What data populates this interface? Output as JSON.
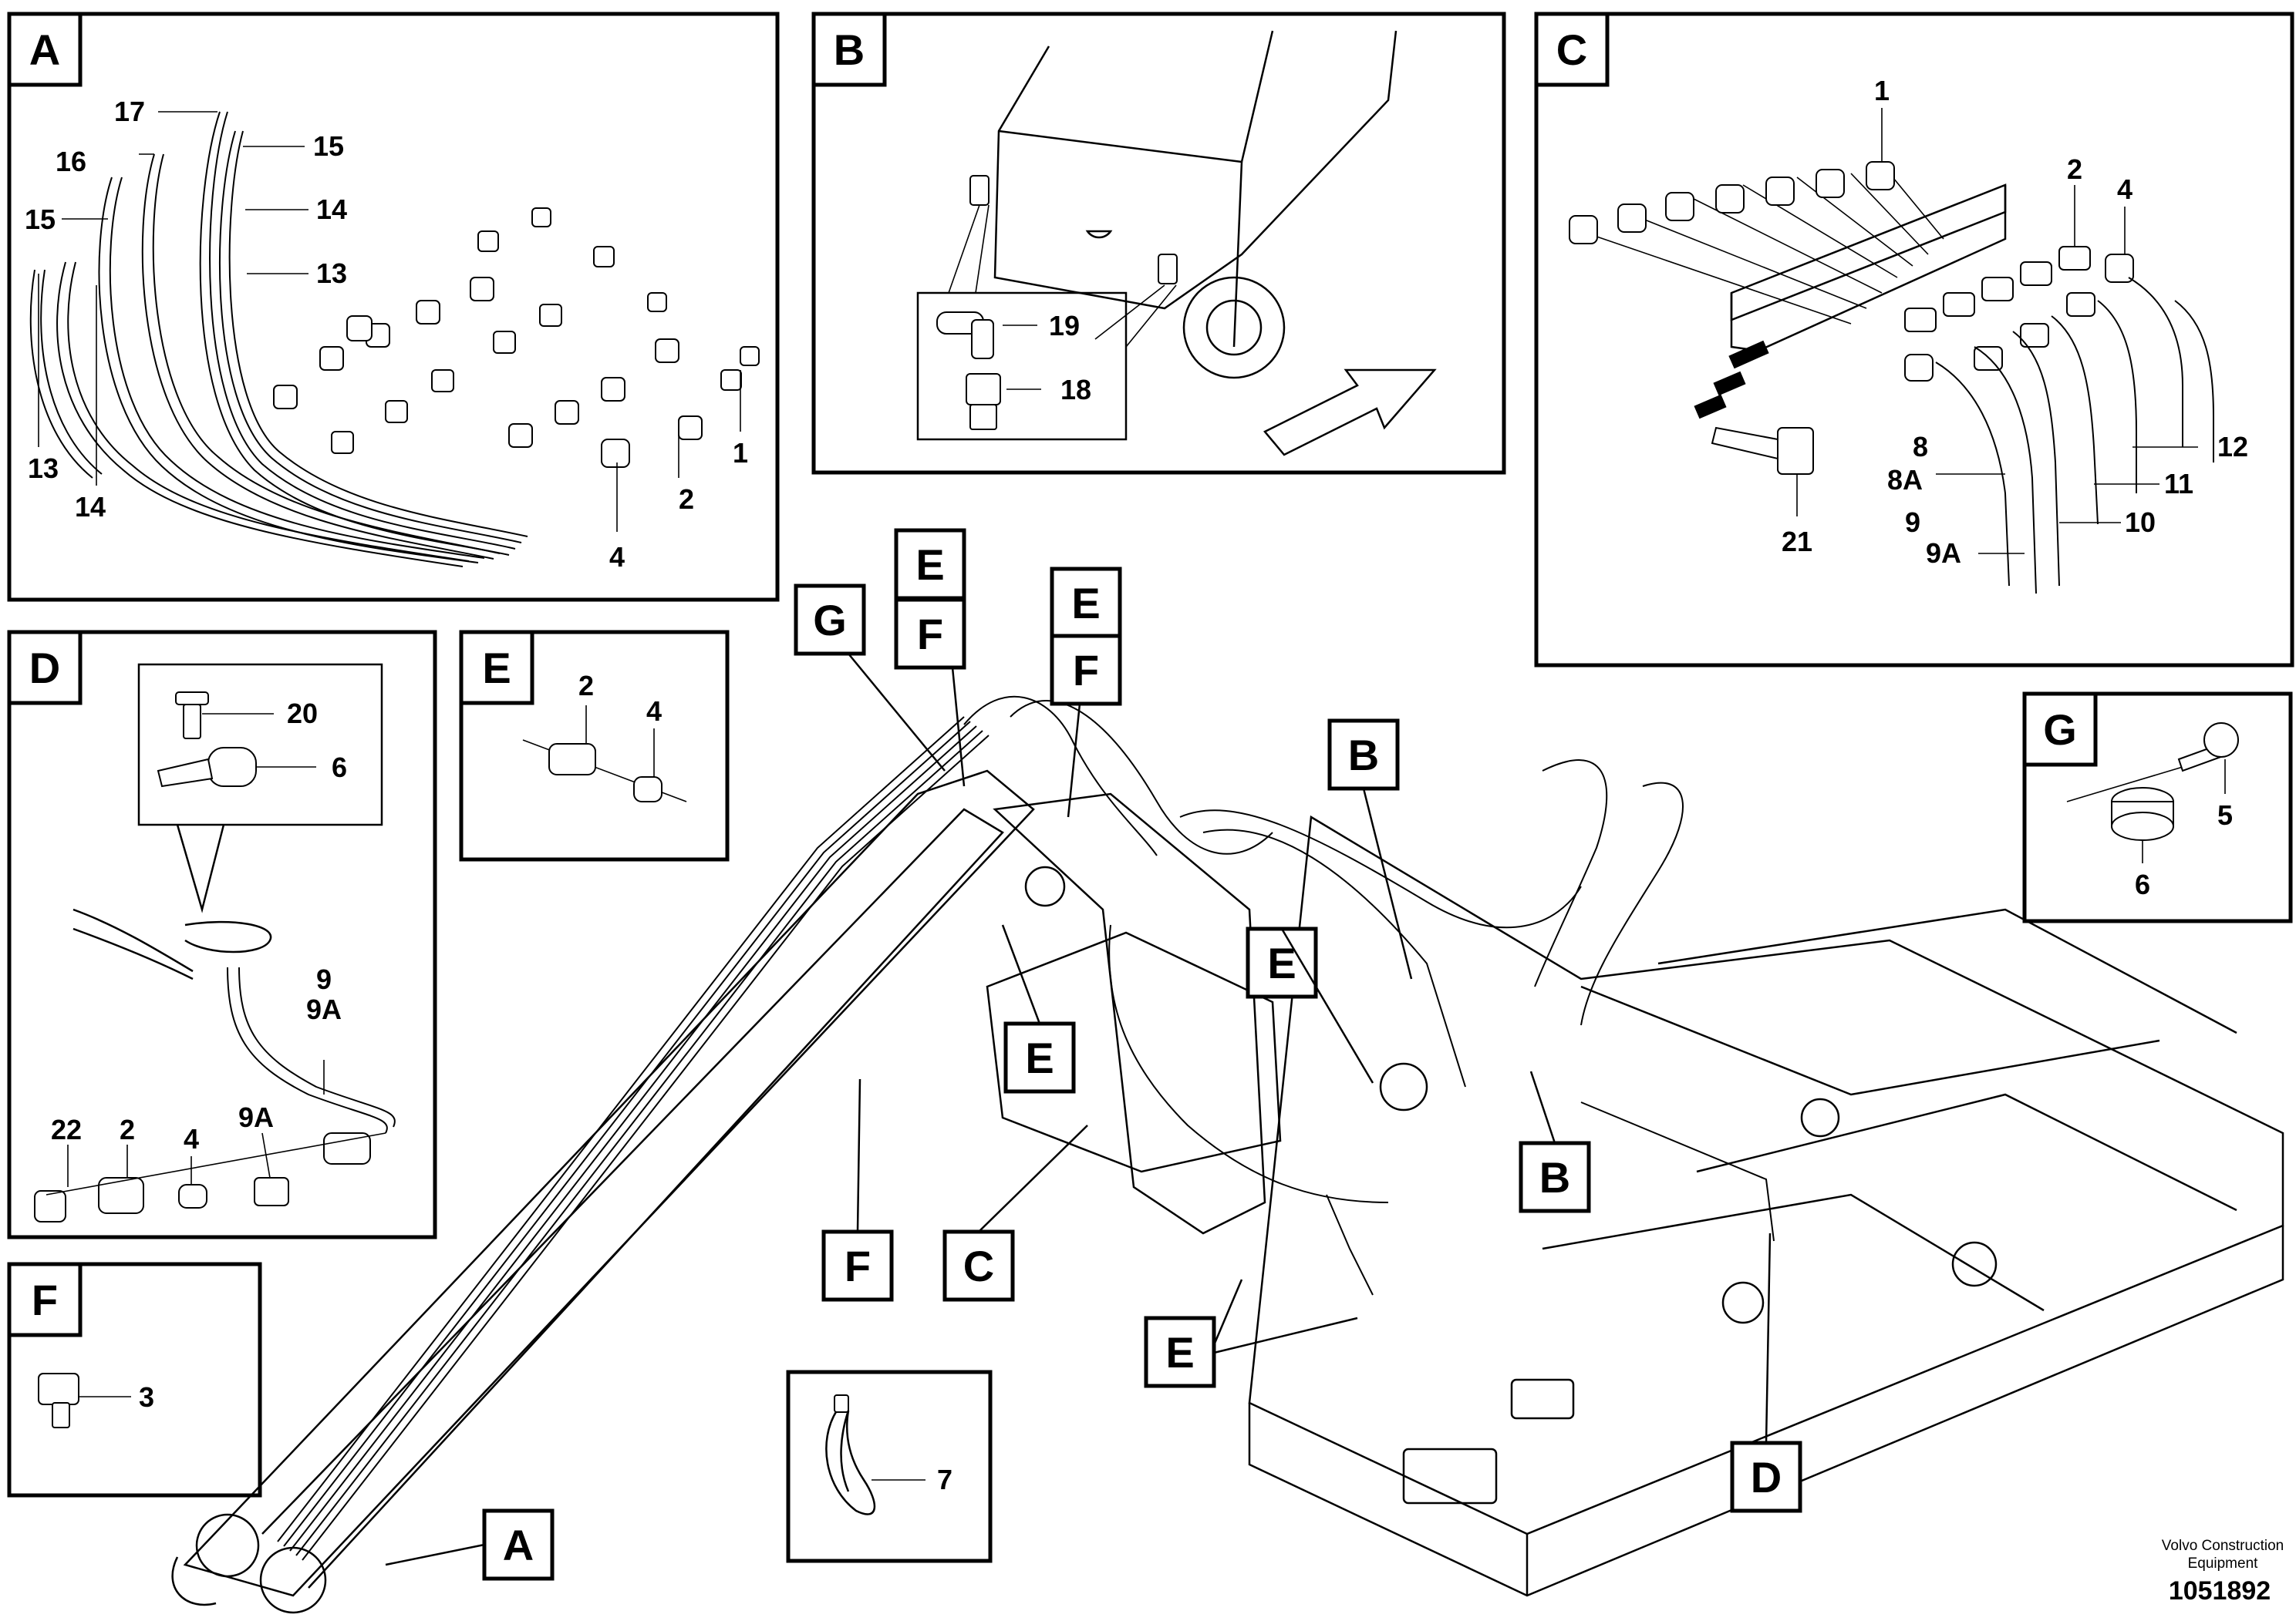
{
  "panels": {
    "A": {
      "letter": "A",
      "parts": [
        "17",
        "16",
        "15",
        "15",
        "14",
        "13",
        "13",
        "14",
        "1",
        "2",
        "4"
      ]
    },
    "B": {
      "letter": "B",
      "parts": [
        "19",
        "18"
      ]
    },
    "C": {
      "letter": "C",
      "parts": [
        "1",
        "2",
        "4",
        "12",
        "8",
        "8A",
        "11",
        "9",
        "10",
        "9A",
        "21"
      ]
    },
    "D": {
      "letter": "D",
      "parts": [
        "20",
        "6",
        "9",
        "9A",
        "22",
        "2",
        "4",
        "9A"
      ]
    },
    "E": {
      "letter": "E",
      "parts": [
        "2",
        "4"
      ]
    },
    "F": {
      "letter": "F",
      "parts": [
        "3"
      ]
    },
    "G": {
      "letter": "G",
      "parts": [
        "5",
        "6"
      ]
    },
    "H": {
      "parts": [
        "7"
      ]
    }
  },
  "callouts": [
    "E",
    "F",
    "G",
    "E",
    "F",
    "B",
    "E",
    "E",
    "C",
    "F",
    "B",
    "E",
    "D",
    "A"
  ],
  "footer": {
    "brand_line1": "Volvo Construction",
    "brand_line2": "Equipment",
    "doc_number": "1051892"
  }
}
